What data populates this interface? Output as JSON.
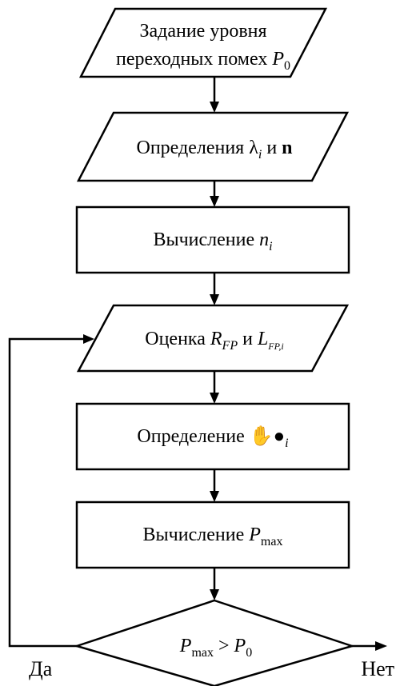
{
  "nodes": {
    "n1": {
      "line1": "Задание уровня",
      "line2": "переходных помех ",
      "sym": "P",
      "sub": "0"
    },
    "n2": {
      "text": "Определения ",
      "lambda": "λ",
      "lambda_sub": "i",
      "and": " и ",
      "bold": "n"
    },
    "n3": {
      "text": "Вычисление ",
      "sym": "n",
      "sub": "i"
    },
    "n4": {
      "text": "Оценка ",
      "sym1": "R",
      "sub1": "FP",
      "and": " и ",
      "sym2": "L",
      "sub2": "FP,i"
    },
    "n5": {
      "text": "Определение ",
      "glyph": "✋●",
      "sub": "i"
    },
    "n6": {
      "text": "Вычисление ",
      "sym": "P",
      "sub": "max"
    },
    "decision": {
      "sym1": "P",
      "sub1": "max",
      "op": " > ",
      "sym2": "P",
      "sub2": "0"
    }
  },
  "labels": {
    "yes": "Да",
    "no": "Нет"
  }
}
